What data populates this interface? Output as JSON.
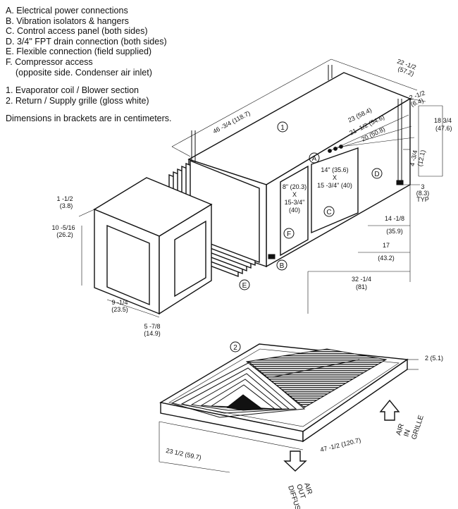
{
  "legend": {
    "items": [
      "A. Electrical power connections",
      "B. Vibration isolators & hangers",
      "C. Control access panel (both sides)",
      "D. 3/4\" FPT drain connection (both sides)",
      "E. Flexible connection (field supplied)",
      "F. Compressor access"
    ],
    "item_f_note": "(opposite side. Condenser air inlet)",
    "sections": [
      "1. Evaporator coil / Blower section",
      "2. Return / Supply grille (gloss white)"
    ],
    "units_note": "Dimensions in brackets are in centimeters."
  },
  "callouts": {
    "one": "1",
    "two": "2",
    "a": "A",
    "b": "B",
    "c": "C",
    "d": "D",
    "e": "E",
    "f": "F"
  },
  "dimensions": {
    "overall_length": "46 -3/4 (118.7)",
    "width_top": "22 -1/2",
    "width_top_cm": "(57.2)",
    "height_right": "18 3/4",
    "height_right_cm": "(47.6)",
    "edge_inset": "2 -1/2",
    "edge_inset_cm": "(6.4)",
    "a_23": "23 (58.4)",
    "a_21": "21 -1/2 (54.6)",
    "a_20": "20 (50.8)",
    "panel_top": "4 -3/4",
    "panel_top_cm": "(12.1)",
    "typ_3": "3",
    "typ_3_cm": "(8.3)",
    "typ_label": "TYP",
    "c_panel_w": "14\" (35.6)",
    "c_panel_x": "X",
    "c_panel_h": "15 -3/4\" (40)",
    "f_panel_w": "8\" (20.3)",
    "f_panel_x": "X",
    "f_panel_h": "15-3/4\"",
    "f_panel_h_cm": "(40)",
    "d14": "14 -1/8",
    "d14_cm": "(35.9)",
    "d17": "17",
    "d17_cm": "(43.2)",
    "d32": "32 -1/4",
    "d32_cm": "(81)",
    "duct_1_5": "1 -1/2",
    "duct_1_5_cm": "(3.8)",
    "duct_10": "10 -5/16",
    "duct_10_cm": "(26.2)",
    "duct_9": "9 -1/4",
    "duct_9_cm": "(23.5)",
    "duct_5": "5 -7/8",
    "duct_5_cm": "(14.9)",
    "grille_thk": "2 (5.1)",
    "grille_len": "47 -1/2 (120.7)",
    "grille_w": "23 1/2 (59.7)"
  },
  "air_labels": {
    "out_1": "AIR",
    "out_2": "OUT",
    "out_3": "DIFFUSER",
    "in_1": "AIR",
    "in_2": "IN",
    "in_3": "GRILLE"
  }
}
